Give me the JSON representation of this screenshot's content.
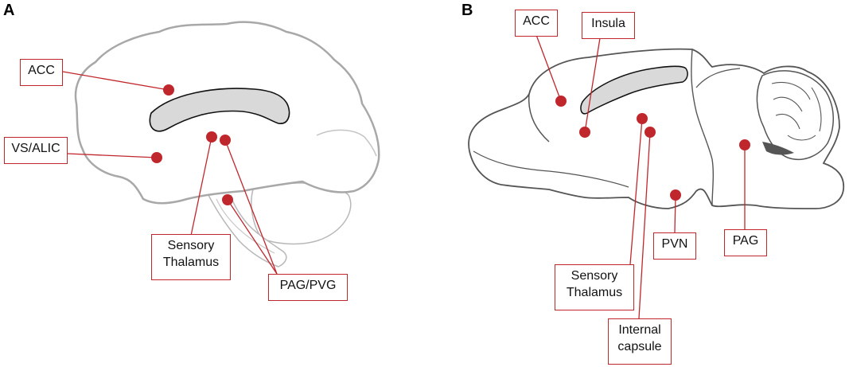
{
  "panels": [
    {
      "letter": "A",
      "labels": {
        "acc": "ACC",
        "vs_alic": "VS/ALIC",
        "sensory_thalamus_line1": "Sensory",
        "sensory_thalamus_line2": "Thalamus",
        "pag_pvg": "PAG/PVG"
      }
    },
    {
      "letter": "B",
      "labels": {
        "acc": "ACC",
        "insula": "Insula",
        "sensory_thalamus_line1": "Sensory",
        "sensory_thalamus_line2": "Thalamus",
        "internal_capsule_line1": "Internal",
        "internal_capsule_line2": "capsule",
        "pvn": "PVN",
        "pag": "PAG"
      }
    }
  ],
  "colors": {
    "marker": "#c0272d",
    "leader_line": "#c0272d",
    "brain_outline": "#9a9a9a",
    "rodent_outline": "#666666",
    "ventricle_fill": "#d9d9d9"
  }
}
